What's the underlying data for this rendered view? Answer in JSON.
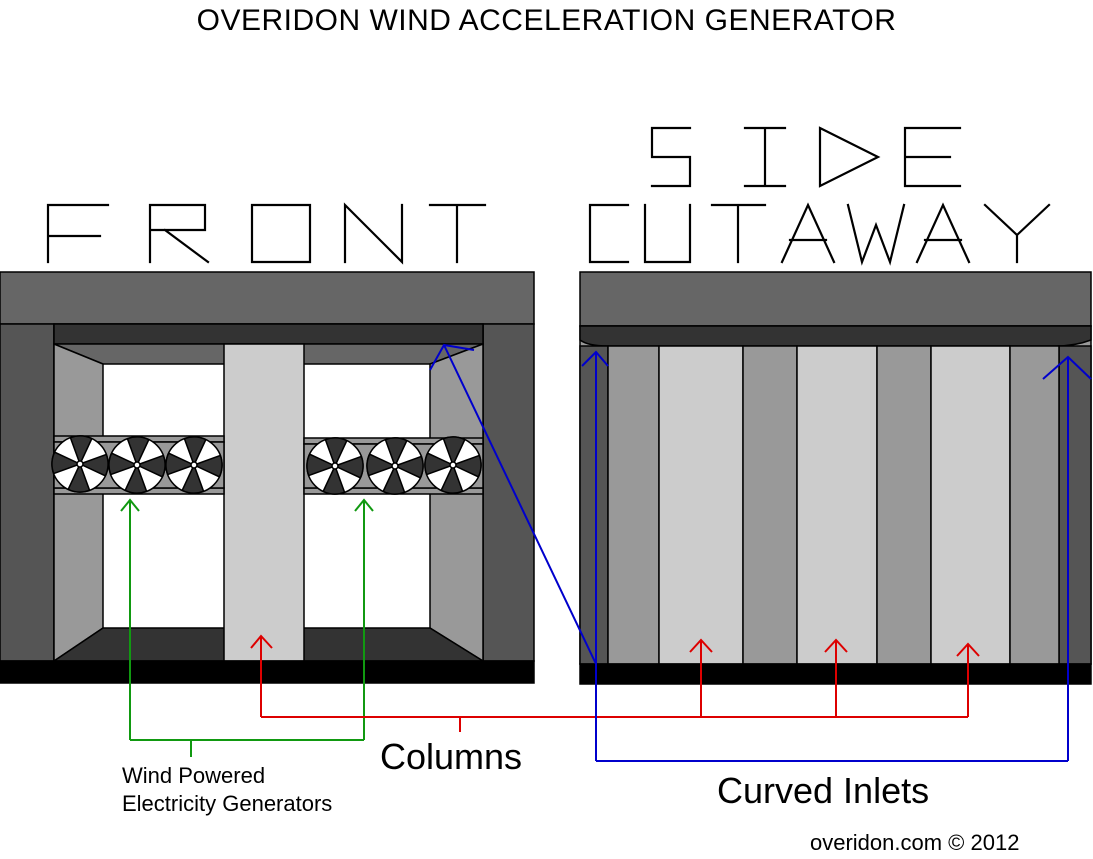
{
  "title": "OVERIDON WIND ACCELERATION GENERATOR",
  "view_labels": {
    "front": "FRONT",
    "side_line1": "SIDE",
    "side_line2": "CUTAWAY"
  },
  "callouts": {
    "columns": "Columns",
    "curved_inlets": "Curved Inlets",
    "generators_line1": "Wind Powered",
    "generators_line2": "Electricity Generators"
  },
  "credit": "overidon.com © 2012",
  "colors": {
    "generators_arrow": "#119911",
    "columns_arrow": "#dd0000",
    "inlets_arrow": "#0000cc",
    "roof": "#666666",
    "base": "#000000",
    "column": "#cccccc",
    "wall_dark": "#555555",
    "wall_mid": "#999999",
    "inlet_dark": "#333333"
  }
}
